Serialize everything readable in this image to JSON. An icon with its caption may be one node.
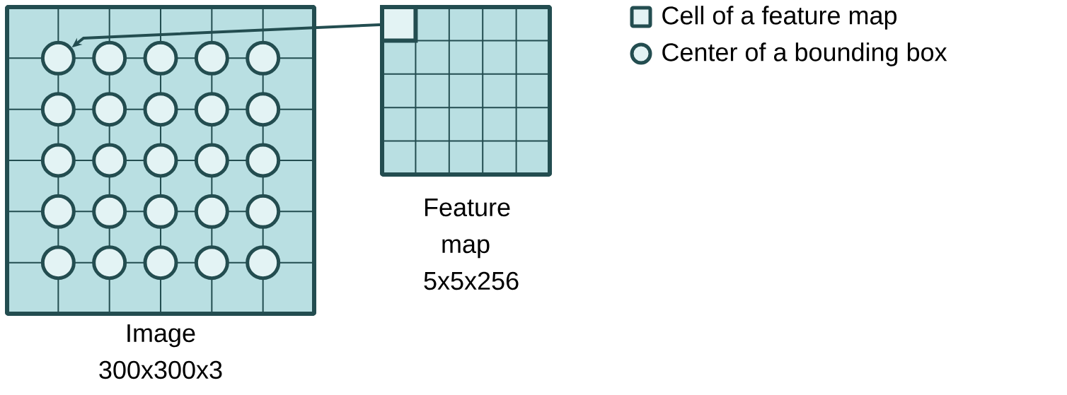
{
  "diagram": {
    "nodes": [
      {
        "text": [
          "Image 300x300x3"
        ]
      },
      {
        "text": [],
        "shape": "circle",
        "in": 0
      },
      {
        "text": [],
        "shape": "circle",
        "in": 0
      },
      {
        "text": [],
        "shape": "circle",
        "in": 0
      },
      {
        "text": [],
        "shape": "circle",
        "in": 0
      },
      {
        "text": [],
        "shape": "circle",
        "in": 0
      },
      {
        "text": [],
        "shape": "circle",
        "in": 0
      },
      {
        "text": [],
        "shape": "circle",
        "in": 0
      },
      {
        "text": [],
        "shape": "circle",
        "in": 0
      },
      {
        "text": [],
        "shape": "circle",
        "in": 0
      },
      {
        "text": [],
        "shape": "circle",
        "in": 0
      },
      {
        "text": [],
        "shape": "circle",
        "in": 0
      },
      {
        "text": [],
        "shape": "circle",
        "in": 0
      },
      {
        "text": [],
        "shape": "circle",
        "in": 0
      },
      {
        "text": [],
        "shape": "circle",
        "in": 0
      },
      {
        "text": [],
        "shape": "circle",
        "in": 0
      },
      {
        "text": [],
        "shape": "circle",
        "in": 0
      },
      {
        "text": [],
        "shape": "circle",
        "in": 0
      },
      {
        "text": [],
        "shape": "circle",
        "in": 0
      },
      {
        "text": [],
        "shape": "circle",
        "in": 0
      },
      {
        "text": [],
        "shape": "circle",
        "in": 0
      },
      {
        "text": [],
        "shape": "circle",
        "in": 0
      },
      {
        "text": [],
        "shape": "circle",
        "in": 0
      },
      {
        "text": [],
        "shape": "circle",
        "in": 0
      },
      {
        "text": [],
        "shape": "circle",
        "in": 0
      },
      {
        "text": [],
        "shape": "circle",
        "in": 0
      },
      {
        "text": [
          "Feature map 5x5x256"
        ]
      },
      {
        "text": [],
        "shape": "box",
        "in": 26
      }
    ],
    "edges": [
      {
        "from": 27,
        "to": 1,
        "arrow": "to"
      }
    ],
    "legend": [
      {
        "text": "Cell of a feature map"
      },
      {
        "text": "Center of a bounding box"
      }
    ]
  }
}
